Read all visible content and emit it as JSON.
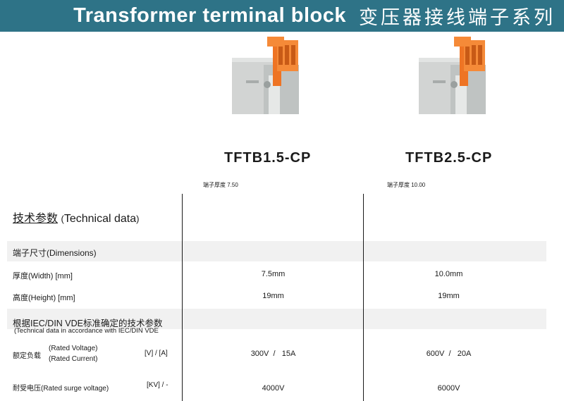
{
  "header": {
    "title_en": "Transformer terminal block",
    "title_zh": "变压器接线端子系列"
  },
  "products": [
    {
      "model": "TFTB1.5-CP",
      "thickness_label": "端子厚度 7.50",
      "image": "orange-terminal-block-on-transformer"
    },
    {
      "model": "TFTB2.5-CP",
      "thickness_label": "端子厚度 10.00",
      "image": "orange-terminal-block-on-transformer"
    }
  ],
  "tech": {
    "title_zh": "技术参数",
    "title_paren_open": "(",
    "title_en": "Technical data",
    "title_paren_close": ")",
    "dimensions_header": "端子尺寸(Dimensions)",
    "width_label": "厚度(Width) [mm]",
    "width_values": [
      "7.5mm",
      "10.0mm"
    ],
    "height_label": "高度(Height) [mm]",
    "height_values": [
      "19mm",
      "19mm"
    ],
    "iec_header": "根据IEC/DIN VDE标准确定的技术参数",
    "iec_subheader": "(Technical data in accordance with IEC/DIN VDE",
    "rated_label_zh": "额定负载",
    "rated_voltage_label": "(Rated Voltage)",
    "rated_current_label": "(Rated Current)",
    "rated_unit": "[V] / [A]",
    "rated_values": [
      "300V  /   15A",
      "600V  /   20A"
    ],
    "surge_label": "耐受电压(Rated surge voltage)",
    "surge_unit": "[KV] / -",
    "surge_values": [
      "4000V",
      "6000V"
    ]
  },
  "colors": {
    "banner": "#2e7387",
    "terminal_orange": "#f07a2a",
    "transformer_gray": "#c9cccb",
    "row_shade": "#f1f1f1"
  }
}
